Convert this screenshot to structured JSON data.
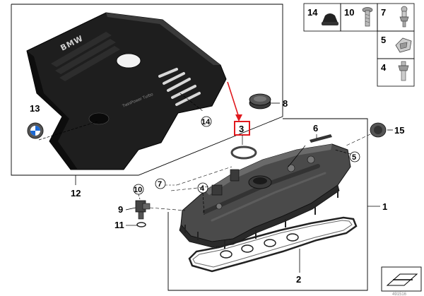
{
  "callouts": {
    "c1": "1",
    "c2": "2",
    "c3": "3",
    "c4": "4",
    "c5": "5",
    "c6": "6",
    "c7": "7",
    "c8": "8",
    "c9": "9",
    "c10": "10",
    "c11": "11",
    "c12": "12",
    "c13": "13",
    "c14": "14",
    "c15": "15"
  },
  "legend": {
    "item14": "14",
    "item10": "10",
    "item7": "7",
    "item5": "5",
    "item4": "4"
  },
  "engine_cover": {
    "brand_text": "BMW",
    "small_text": "TwinPower Turbo"
  },
  "highlight_color": "#e0191e",
  "footer_code": "491516"
}
